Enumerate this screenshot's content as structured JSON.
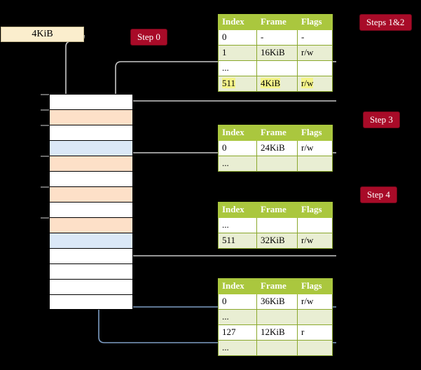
{
  "diagram": {
    "title_badges": [
      {
        "id": "step-0",
        "label": "Step 0"
      },
      {
        "id": "steps-1-2",
        "label": "Steps 1&2"
      },
      {
        "id": "step-3",
        "label": "Step 3"
      },
      {
        "id": "step-4",
        "label": "Step 4"
      }
    ],
    "source_box": {
      "label": "4KiB"
    },
    "colors": {
      "badge_bg": "#a80b28",
      "table_header_bg": "#aac73e",
      "table_alt_row_bg": "#e9eed3",
      "highlight": "#f4f489",
      "memory_orange": "#fde0c8",
      "memory_blue": "#dbe8f7",
      "source_box_bg": "#fbeecd",
      "arrow_gray": "#c8c8c8",
      "arrow_blue": "#7d9dc4"
    },
    "memory_column": {
      "name": "physical-memory-frames",
      "rows": [
        {
          "fill": "white"
        },
        {
          "fill": "orange"
        },
        {
          "fill": "white"
        },
        {
          "fill": "blue"
        },
        {
          "fill": "orange"
        },
        {
          "fill": "white"
        },
        {
          "fill": "orange"
        },
        {
          "fill": "white"
        },
        {
          "fill": "orange"
        },
        {
          "fill": "blue"
        },
        {
          "fill": "white"
        },
        {
          "fill": "white"
        },
        {
          "fill": "white"
        },
        {
          "fill": "white"
        }
      ]
    },
    "tables": [
      {
        "id": "page-table-level-1",
        "headers": [
          "Index",
          "Frame",
          "Flags"
        ],
        "rows": [
          {
            "cells": [
              "0",
              "-",
              "-"
            ],
            "alt": false,
            "highlight": false
          },
          {
            "cells": [
              "1",
              "16KiB",
              "r/w"
            ],
            "alt": true,
            "highlight": false
          },
          {
            "cells": [
              "...",
              "",
              ""
            ],
            "alt": false,
            "highlight": false
          },
          {
            "cells": [
              "511",
              "4KiB",
              "r/w"
            ],
            "alt": true,
            "highlight": true
          }
        ]
      },
      {
        "id": "page-table-level-2",
        "headers": [
          "Index",
          "Frame",
          "Flags"
        ],
        "rows": [
          {
            "cells": [
              "0",
              "24KiB",
              "r/w"
            ],
            "alt": false,
            "highlight": false
          },
          {
            "cells": [
              "...",
              "",
              ""
            ],
            "alt": true,
            "highlight": false
          }
        ]
      },
      {
        "id": "page-table-level-3",
        "headers": [
          "Index",
          "Frame",
          "Flags"
        ],
        "rows": [
          {
            "cells": [
              "...",
              "",
              ""
            ],
            "alt": false,
            "highlight": false
          },
          {
            "cells": [
              "511",
              "32KiB",
              "r/w"
            ],
            "alt": true,
            "highlight": false
          }
        ]
      },
      {
        "id": "page-table-level-4",
        "headers": [
          "Index",
          "Frame",
          "Flags"
        ],
        "rows": [
          {
            "cells": [
              "0",
              "36KiB",
              "r/w"
            ],
            "alt": false,
            "highlight": false
          },
          {
            "cells": [
              "...",
              "",
              ""
            ],
            "alt": true,
            "highlight": false
          },
          {
            "cells": [
              "127",
              "12KiB",
              "r"
            ],
            "alt": false,
            "highlight": false
          },
          {
            "cells": [
              "...",
              "",
              ""
            ],
            "alt": true,
            "highlight": false
          }
        ]
      }
    ]
  }
}
